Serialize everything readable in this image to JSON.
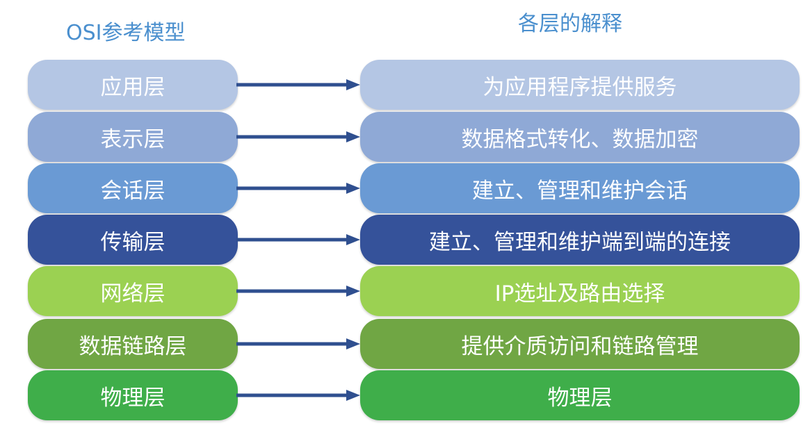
{
  "headers": {
    "left": "OSI参考模型",
    "right": "各层的解释"
  },
  "arrow_color": "#2f4f8f",
  "rows": [
    {
      "layer": "应用层",
      "description": "为应用程序提供服务",
      "color": "#b4c6e4"
    },
    {
      "layer": "表示层",
      "description": "数据格式转化、数据加密",
      "color": "#8fa9d6"
    },
    {
      "layer": "会话层",
      "description": "建立、管理和维护会话",
      "color": "#6a9ad4"
    },
    {
      "layer": "传输层",
      "description": "建立、管理和维护端到端的连接",
      "color": "#35529a"
    },
    {
      "layer": "网络层",
      "description": "IP选址及路由选择",
      "color": "#9bd152"
    },
    {
      "layer": "数据链路层",
      "description": "提供介质访问和链路管理",
      "color": "#70a644"
    },
    {
      "layer": "物理层",
      "description": "物理层",
      "color": "#3fae4a"
    }
  ]
}
